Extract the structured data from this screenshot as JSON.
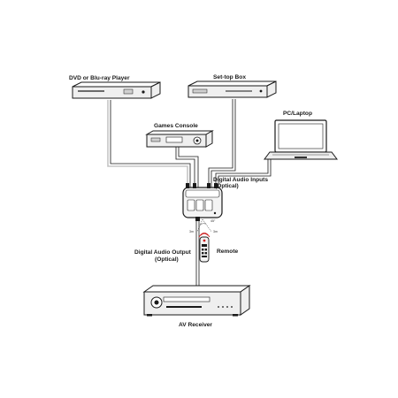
{
  "labels": {
    "dvd_player": "DVD or Blu-ray Player",
    "set_top_box": "Set-top Box",
    "pc_laptop": "PC/Laptop",
    "games_console": "Games Console",
    "digital_audio_inputs_line1": "Digital Audio Inputs",
    "digital_audio_inputs_line2": "(Optical)",
    "digital_audio_output_line1": "Digital Audio Output",
    "digital_audio_output_line2": "(Optical)",
    "remote": "Remote",
    "av_receiver": "AV Receiver",
    "ir_angle": "45°",
    "ir_range_left": "3m",
    "ir_range_right": "3m"
  },
  "colors": {
    "line": "#1a1a1a",
    "device_fill": "#efefef",
    "remote_accent": "#cc1f1f"
  }
}
